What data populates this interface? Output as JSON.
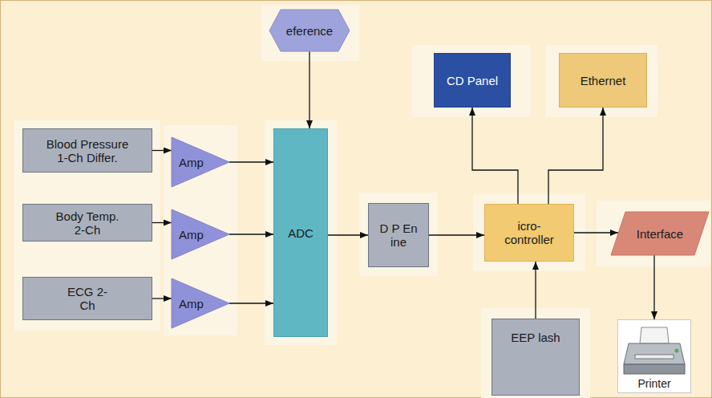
{
  "diagram": {
    "nodes": [
      {
        "text": [
          "eference"
        ]
      },
      {
        "text": [
          "CD Panel"
        ]
      },
      {
        "text": [
          "Ethernet"
        ]
      },
      {
        "text": [
          "Blood Pressure 1-Ch Differ."
        ]
      },
      {
        "text": [
          "Amp"
        ]
      },
      {
        "text": [
          "ADC"
        ]
      },
      {
        "text": [
          "D P En ine"
        ]
      },
      {
        "text": [
          "icro- controller"
        ]
      },
      {
        "text": [
          "Interface"
        ]
      },
      {
        "text": [
          "Body Temp. 2-Ch"
        ]
      },
      {
        "text": [
          "Amp"
        ]
      },
      {
        "text": [
          "ECG 2-Ch"
        ]
      },
      {
        "text": [
          "Amp"
        ]
      },
      {
        "text": [
          "EEP lash"
        ]
      },
      {
        "text": [
          "Printer"
        ]
      }
    ],
    "edges": [
      {
        "from": 0,
        "to": 5,
        "arrow": "to"
      },
      {
        "from": 3,
        "to": 4,
        "arrow": "to"
      },
      {
        "from": 4,
        "to": 5,
        "arrow": "to"
      },
      {
        "from": 9,
        "to": 10,
        "arrow": "to"
      },
      {
        "from": 10,
        "to": 5,
        "arrow": "to"
      },
      {
        "from": 11,
        "to": 12,
        "arrow": "to"
      },
      {
        "from": 12,
        "to": 5,
        "arrow": "to"
      },
      {
        "from": 5,
        "to": 6,
        "arrow": "to"
      },
      {
        "from": 6,
        "to": 7,
        "arrow": "to"
      },
      {
        "from": 7,
        "to": 1,
        "arrow": "to"
      },
      {
        "from": 7,
        "to": 2,
        "arrow": "to"
      },
      {
        "from": 7,
        "to": 8,
        "arrow": "to"
      },
      {
        "from": 13,
        "to": 7,
        "arrow": "to"
      },
      {
        "from": 8,
        "to": 14,
        "arrow": "to"
      }
    ]
  }
}
